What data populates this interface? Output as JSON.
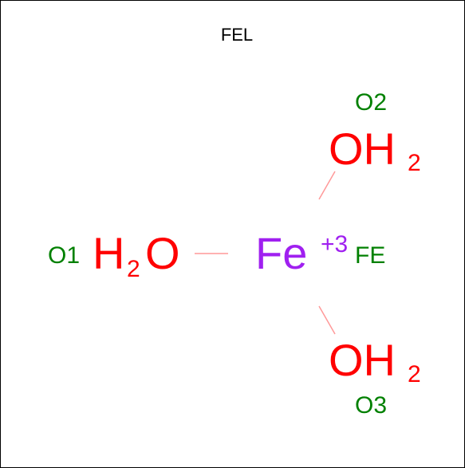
{
  "title": "FEL",
  "colors": {
    "oxygen": "#ff0000",
    "iron": "#a020f0",
    "atom_label": "#008000",
    "bond": "#ff9999",
    "title": "#000000"
  },
  "center": {
    "element": "Fe",
    "charge": "+3",
    "atom_label": "FE"
  },
  "ligands": [
    {
      "atom_label": "O1",
      "formula_main": "H",
      "formula_sub": "2",
      "formula_tail": "O"
    },
    {
      "atom_label": "O2",
      "formula_main": "OH",
      "formula_sub": "2"
    },
    {
      "atom_label": "O3",
      "formula_main": "OH",
      "formula_sub": "2"
    }
  ]
}
